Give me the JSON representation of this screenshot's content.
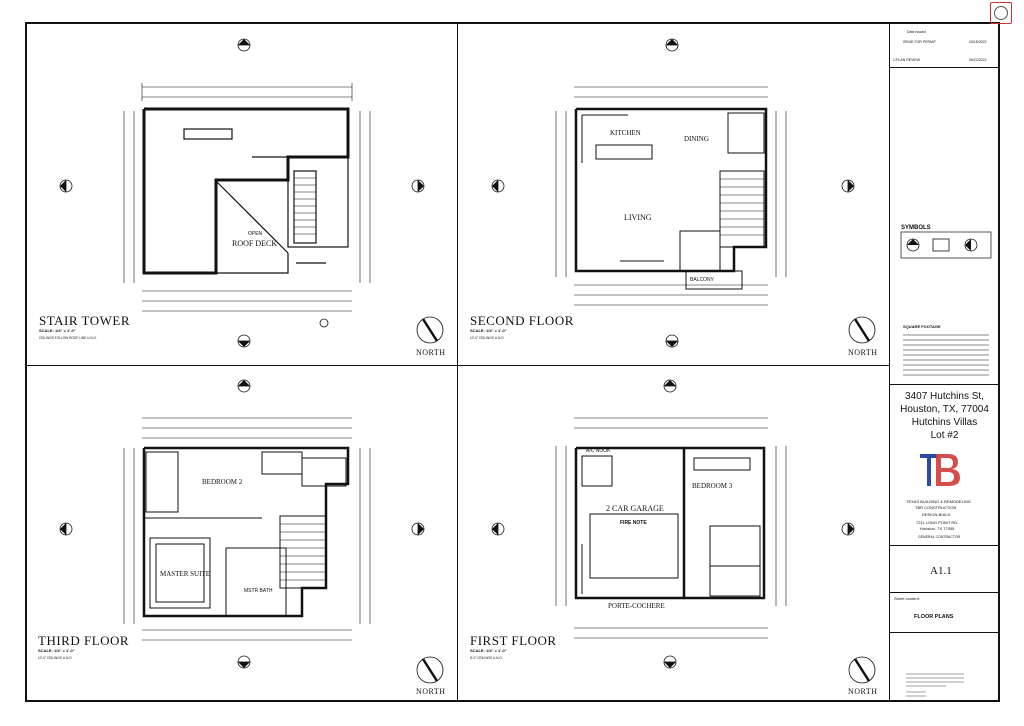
{
  "panels": {
    "stair_tower": {
      "title": "STAIR TOWER",
      "scale": "SCALE: 1/4\" = 1'-0\"",
      "note": "CEILINGS FOLLOW ROOF LINE U.N.O."
    },
    "second_floor": {
      "title": "SECOND FLOOR",
      "scale": "SCALE: 1/4\" = 1'-0\"",
      "note": "10'-0\" CEILINGS U.N.O."
    },
    "third_floor": {
      "title": "THIRD FLOOR",
      "scale": "SCALE: 1/4\" = 1'-0\"",
      "note": "10'-0\" CEILINGS U.N.O."
    },
    "first_floor": {
      "title": "FIRST FLOOR",
      "scale": "SCALE: 1/4\" = 1'-0\"",
      "note": "8'-0\" CEILINGS U.N.O."
    }
  },
  "north_label": "NORTH",
  "rooms": {
    "roof_deck": "ROOF DECK",
    "open": "OPEN",
    "kitchen": "KITCHEN",
    "dining": "DINING",
    "living": "LIVING",
    "balcony": "BALCONY",
    "bedroom2": "BEDROOM 2",
    "master_suite": "MASTER SUITE",
    "master_bath": "MSTR BATH",
    "garage": "2 CAR GARAGE",
    "porte": "PORTE-COCHERE",
    "bedroom3": "BEDROOM 3",
    "ac_nook": "A/C NOOK",
    "fire_note": "FIRE NOTE"
  },
  "titleblock": {
    "date_issued_label": "Date Issued",
    "issue_for_permit": "ISSUE FOR PERMIT",
    "issue_date": "03/15/2022",
    "plan_review": "2-PLAN REVIEW",
    "review_date": "06/22/2022",
    "symbols_label": "SYMBOLS",
    "square_footage_label": "SQUARE FOOTAGE",
    "address_line1": "3407 Hutchins St,",
    "address_line2": "Houston, TX, 77004",
    "address_line3": "Hutchins Villas",
    "address_line4": "Lot #2",
    "company_line1": "TEXAS BUILDING & REMODELING",
    "company_line2": "TBR CONSTRUCTION",
    "design_build": "DESIGN-BUILD",
    "company_address": "7211 LONG POINT RD.",
    "company_city": "Houston, TX 77055",
    "general_contractor": "GENERAL CONTRACTOR",
    "sheet_number": "A1.1",
    "sheet_content_label": "Sheet content:",
    "sheet_content": "FLOOR PLANS"
  },
  "colors": {
    "logo_blue": "#2b4aa8",
    "logo_red": "#d23a3a",
    "line": "#111111"
  }
}
